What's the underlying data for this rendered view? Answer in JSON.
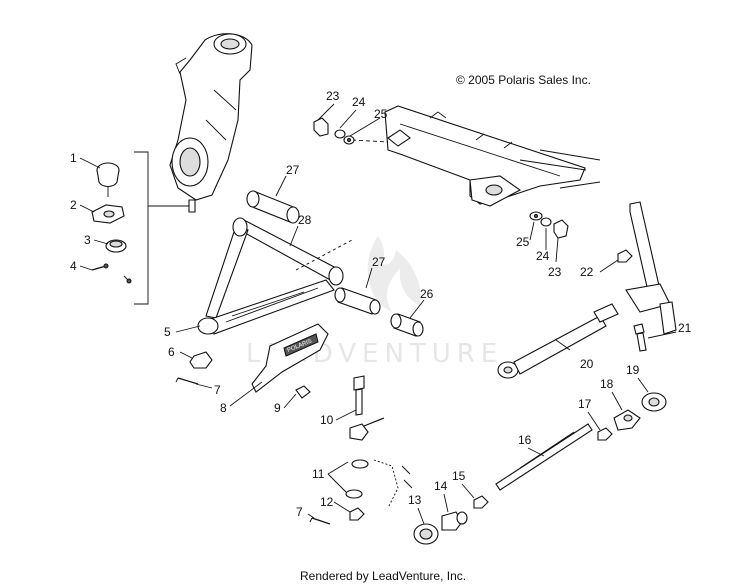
{
  "copyright": "© 2005 Polaris Sales Inc.",
  "watermark": "LEADVENTURE",
  "footer": "Rendered by LeadVenture, Inc.",
  "plate_logo": "POLARIS",
  "callouts": {
    "c1": "1",
    "c2": "2",
    "c3": "3",
    "c4": "4",
    "c5": "5",
    "c6": "6",
    "c7a": "7",
    "c7b": "7",
    "c8": "8",
    "c9": "9",
    "c10": "10",
    "c11": "11",
    "c12": "12",
    "c13": "13",
    "c14": "14",
    "c15": "15",
    "c16": "16",
    "c17": "17",
    "c18": "18",
    "c19": "19",
    "c20": "20",
    "c21": "21",
    "c22": "22",
    "c23a": "23",
    "c23b": "23",
    "c24a": "24",
    "c24b": "24",
    "c25a": "25",
    "c25b": "25",
    "c26": "26",
    "c27a": "27",
    "c27b": "27",
    "c28": "28"
  }
}
